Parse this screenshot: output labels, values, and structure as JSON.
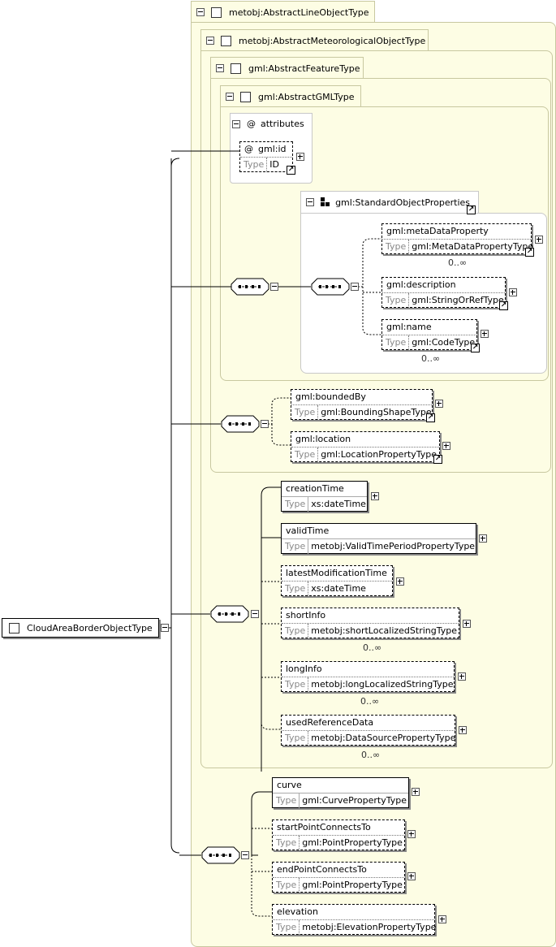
{
  "root": {
    "label": "CloudAreaBorderObjectType"
  },
  "regions": {
    "abstract_line": "metobj:AbstractLineObjectType",
    "abstract_met": "metobj:AbstractMeteorologicalObjectType",
    "abstract_feature": "gml:AbstractFeatureType",
    "abstract_gml": "gml:AbstractGMLType"
  },
  "attributes": {
    "title": "attributes",
    "id_name": "gml:id",
    "id_type": "ID"
  },
  "type_label": "Type",
  "standard_group": "gml:StandardObjectProperties",
  "elements": {
    "metaDataProperty": {
      "name": "gml:metaDataProperty",
      "type": "gml:MetaDataPropertyType",
      "card": "0..∞"
    },
    "description": {
      "name": "gml:description",
      "type": "gml:StringOrRefType"
    },
    "name": {
      "name": "gml:name",
      "type": "gml:CodeType",
      "card": "0..∞"
    },
    "boundedBy": {
      "name": "gml:boundedBy",
      "type": "gml:BoundingShapeType"
    },
    "location": {
      "name": "gml:location",
      "type": "gml:LocationPropertyType"
    },
    "creationTime": {
      "name": "creationTime",
      "type": "xs:dateTime"
    },
    "validTime": {
      "name": "validTime",
      "type": "metobj:ValidTimePeriodPropertyType"
    },
    "latestModificationTime": {
      "name": "latestModificationTime",
      "type": "xs:dateTime"
    },
    "shortInfo": {
      "name": "shortInfo",
      "type": "metobj:shortLocalizedStringType",
      "card": "0..∞"
    },
    "longInfo": {
      "name": "longInfo",
      "type": "metobj:longLocalizedStringType",
      "card": "0..∞"
    },
    "usedReferenceData": {
      "name": "usedReferenceData",
      "type": "metobj:DataSourcePropertyType",
      "card": "0..∞"
    },
    "curve": {
      "name": "curve",
      "type": "gml:CurvePropertyType"
    },
    "startPointConnectsTo": {
      "name": "startPointConnectsTo",
      "type": "gml:PointPropertyType"
    },
    "endPointConnectsTo": {
      "name": "endPointConnectsTo",
      "type": "gml:PointPropertyType"
    },
    "elevation": {
      "name": "elevation",
      "type": "metobj:ElevationPropertyType"
    }
  },
  "colors": {
    "region_bg": "#fdfde4",
    "region_border": "#c8c8a0"
  }
}
